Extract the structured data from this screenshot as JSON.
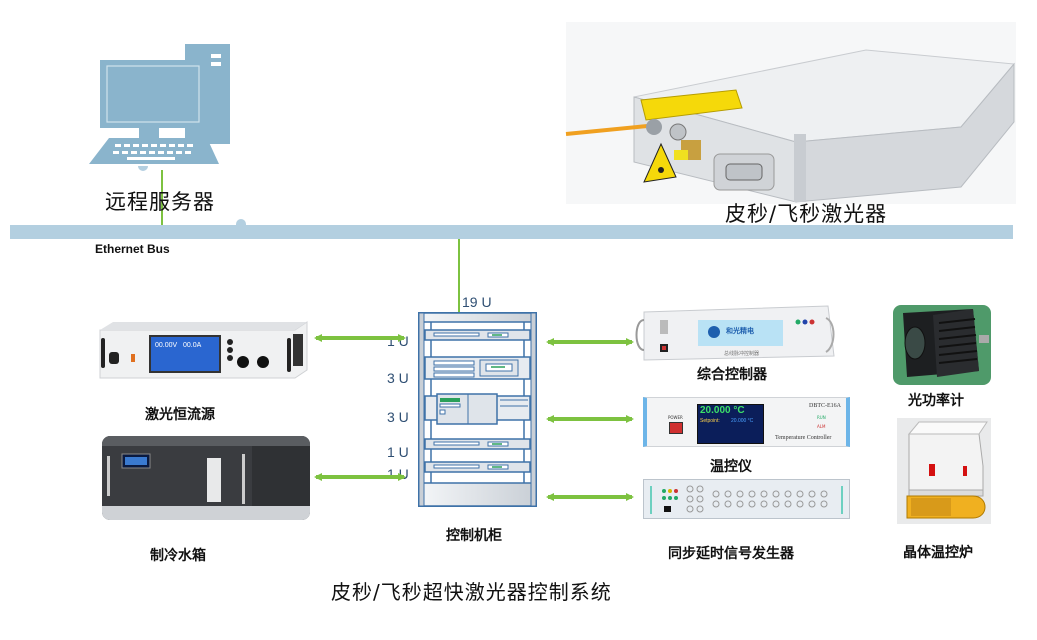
{
  "diagram": {
    "title": "皮秒/飞秒超快激光器控制系统",
    "bus": {
      "label": "Ethernet Bus",
      "color": "#b3cfe0"
    },
    "link_color": "#7dc240",
    "rack_color": "#3f72a8",
    "nodes": {
      "remote_server": {
        "label": "远程服务器",
        "icon": "computer-icon"
      },
      "laser": {
        "label": "皮秒/飞秒激光器",
        "icon": "laser-module-icon"
      },
      "cabinet": {
        "label": "控制机柜",
        "height_label": "19 U",
        "slots": [
          "1 U",
          "3 U",
          "3 U",
          "1 U",
          "1 U"
        ]
      },
      "laser_power_supply": {
        "label": "激光恒流源",
        "display": {
          "left_value": "00.00V",
          "right_value": "00.0A"
        }
      },
      "chiller": {
        "label": "制冷水箱"
      },
      "integrated_controller": {
        "label": "综合控制器",
        "brand": "和光精电",
        "subtitle": "总线脉冲控制器"
      },
      "temperature_controller": {
        "label": "温控仪",
        "model": "DBTC-E16A",
        "reading": "20.000 °C",
        "setpoint_label": "Setpoint:",
        "setpoint_value": "20.000 °C",
        "panel_text": "Temperature Controller",
        "power_label": "POWER",
        "run_label": "RUN",
        "alm_label": "ALM"
      },
      "delay_generator": {
        "label": "同步延时信号发生器"
      },
      "power_meter": {
        "label": "光功率计"
      },
      "crystal_oven": {
        "label": "晶体温控炉"
      }
    }
  }
}
